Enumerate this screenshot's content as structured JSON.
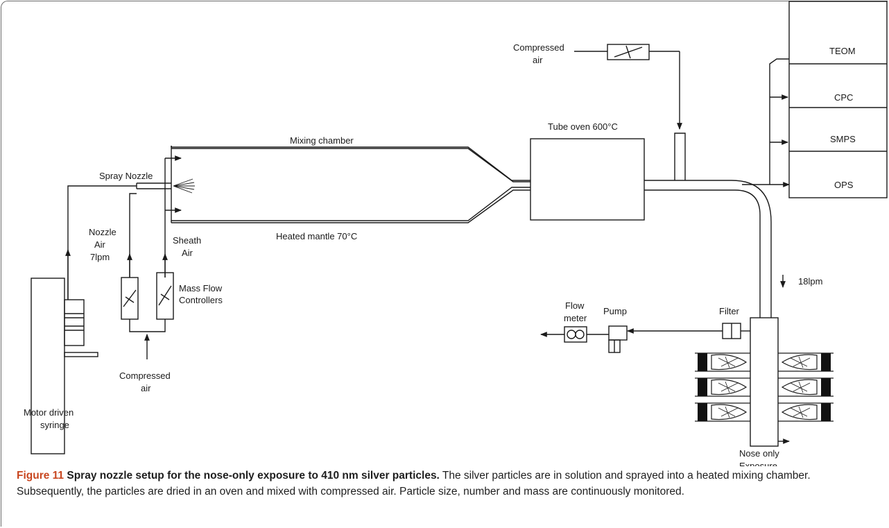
{
  "figure": {
    "label": "Figure 11",
    "title": "Spray nozzle setup for the nose-only exposure to 410 nm silver particles.",
    "description": "The silver particles are in solution and sprayed into a heated mixing chamber. Subsequently, the particles are dried in an oven and mixed with compressed air. Particle size, number and mass are continuously monitored."
  },
  "labels": {
    "compressed_air_top_1": "Compressed",
    "compressed_air_top_2": "air",
    "tube_oven": "Tube oven 600°C",
    "mixing_chamber": "Mixing chamber",
    "heated_mantle": "Heated mantle 70°C",
    "spray_nozzle": "Spray Nozzle",
    "nozzle_air_1": "Nozzle",
    "nozzle_air_2": "Air",
    "nozzle_air_3": "7lpm",
    "sheath_air_1": "Sheath",
    "sheath_air_2": "Air",
    "mfc_1": "Mass Flow",
    "mfc_2": "Controllers",
    "compressed_air_bottom_1": "Compressed",
    "compressed_air_bottom_2": "air",
    "syringe_1": "Motor driven",
    "syringe_2": "syringe",
    "flow_rate": "18lpm",
    "flow_meter_1": "Flow",
    "flow_meter_2": "meter",
    "pump": "Pump",
    "filter": "Filter",
    "exposure_1": "Nose only",
    "exposure_2": "Exposure"
  },
  "instruments": [
    "TEOM",
    "CPC",
    "SMPS",
    "OPS"
  ]
}
